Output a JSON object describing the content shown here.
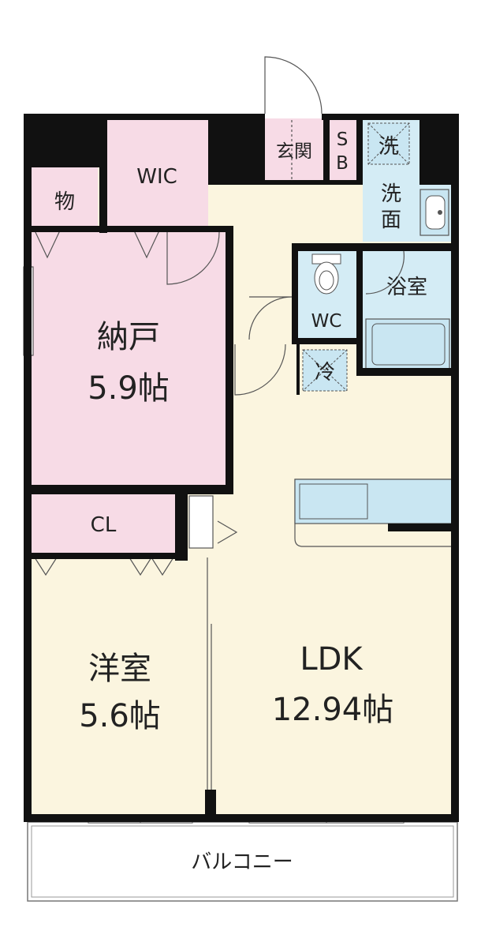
{
  "rooms": {
    "storage": "物",
    "wic": "WIC",
    "entrance": "玄関",
    "shoe_box": [
      "S",
      "B"
    ],
    "laundry": "洗",
    "washroom": [
      "洗",
      "面"
    ],
    "bathroom": "浴室",
    "toilet": "WC",
    "fridge": "冷",
    "nando": {
      "name": "納戸",
      "size": "5.9帖"
    },
    "closet": "CL",
    "western_room": {
      "name": "洋室",
      "size": "5.6帖"
    },
    "ldk": {
      "name": "LDK",
      "size": "12.94帖"
    },
    "balcony": "バルコニー"
  },
  "colors": {
    "wall": "#111111",
    "pink": "#f7dbe6",
    "cream": "#fbf5df",
    "blue": "#d4ecf5",
    "fixture": "#c9e6f2"
  }
}
